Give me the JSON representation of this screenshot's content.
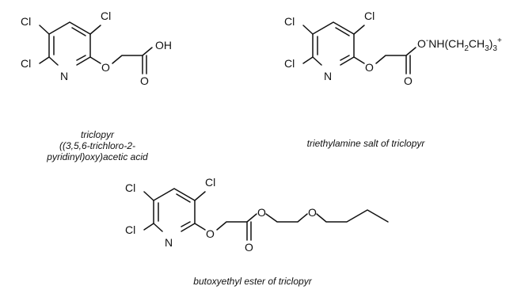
{
  "atoms": {
    "cl": "Cl",
    "n": "N",
    "o": "O",
    "oh": "OH",
    "o_minus": "O",
    "minus": "-",
    "nh_group": "NH(CH",
    "sub2": "2",
    "ch": "CH",
    "sub3": "3",
    "close_paren": ")",
    "plus": "+"
  },
  "captions": {
    "triclopyr_line1": "triclopyr",
    "triclopyr_line2": "((3,5,6-trichloro-2-",
    "triclopyr_line3": "pyridinyl)oxy)acetic acid",
    "salt": "triethylamine salt of triclopyr",
    "ester": "butoxyethyl ester of triclopyr"
  }
}
